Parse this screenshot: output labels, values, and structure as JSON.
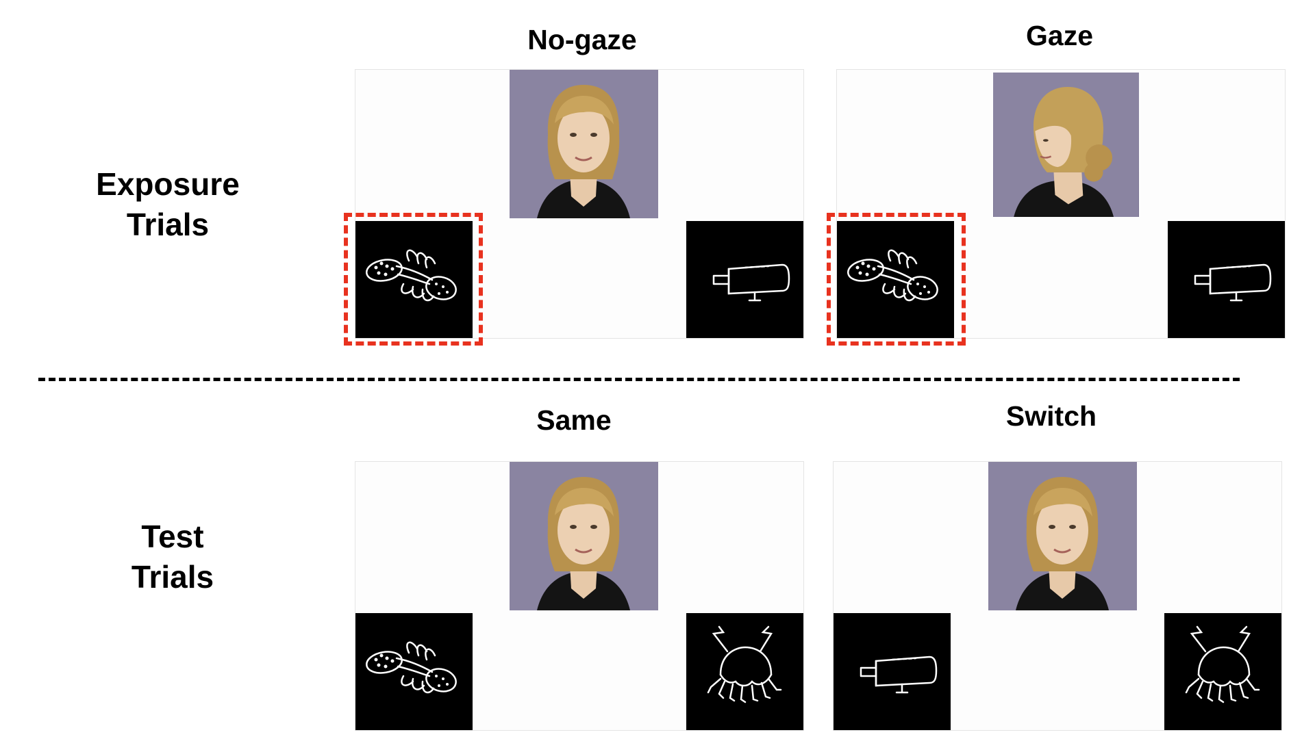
{
  "rows": {
    "exposure": {
      "line1": "Exposure",
      "line2": "Trials"
    },
    "test": {
      "line1": "Test",
      "line2": "Trials"
    }
  },
  "conditions": {
    "no_gaze": "No-gaze",
    "gaze": "Gaze",
    "same": "Same",
    "switch": "Switch"
  },
  "colors": {
    "highlight": "#e8321f",
    "object_background": "#000000",
    "photo_background": "#857f9d"
  },
  "icons": {
    "face_front": "woman-face-front",
    "face_turned": "woman-face-turned-left",
    "object_a": "bug-creature-line-drawing",
    "object_b": "cylinder-gadget-line-drawing",
    "object_c": "jellyfish-creature-line-drawing"
  }
}
